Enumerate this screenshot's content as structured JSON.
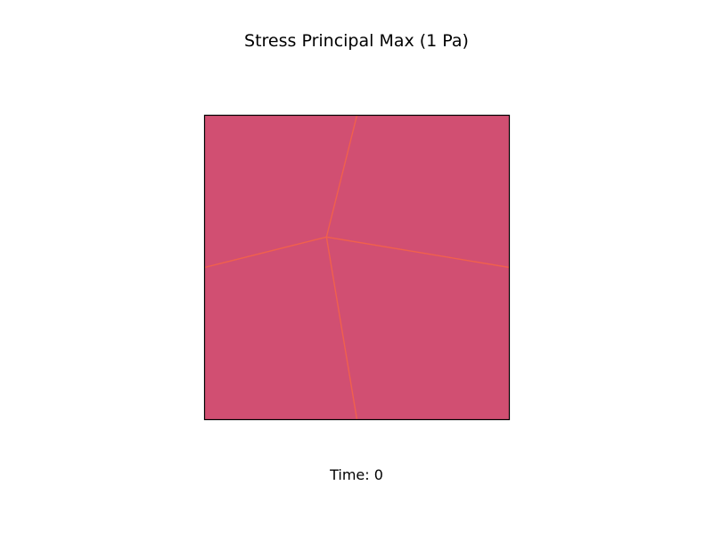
{
  "chart_data": {
    "type": "heatmap",
    "title": "Stress Principal Max (1 Pa)",
    "time_label": "Time: 0",
    "xlim": [
      0,
      1
    ],
    "ylim": [
      0,
      1
    ],
    "fill_color": "#d14f72",
    "edge_color": "#f0604d",
    "frame_color": "#000000",
    "interior_node": [
      0.4,
      0.6
    ],
    "cells": [
      {
        "name": "top-left",
        "polygon": [
          [
            0,
            0.5
          ],
          [
            0,
            1
          ],
          [
            0.5,
            1
          ],
          [
            0.4,
            0.6
          ]
        ]
      },
      {
        "name": "top-right",
        "polygon": [
          [
            0.5,
            1
          ],
          [
            1,
            1
          ],
          [
            1,
            0.5
          ],
          [
            0.4,
            0.6
          ]
        ]
      },
      {
        "name": "bottom-left",
        "polygon": [
          [
            0,
            0
          ],
          [
            0.5,
            0
          ],
          [
            0.4,
            0.6
          ],
          [
            0,
            0.5
          ]
        ]
      },
      {
        "name": "bottom-right",
        "polygon": [
          [
            0.5,
            0
          ],
          [
            1,
            0
          ],
          [
            1,
            0.5
          ],
          [
            0.4,
            0.6
          ]
        ]
      }
    ],
    "edges": [
      [
        [
          0.4,
          0.6
        ],
        [
          0.5,
          1
        ]
      ],
      [
        [
          0.4,
          0.6
        ],
        [
          0,
          0.5
        ]
      ],
      [
        [
          0.4,
          0.6
        ],
        [
          1,
          0.5
        ]
      ],
      [
        [
          0.4,
          0.6
        ],
        [
          0.5,
          0
        ]
      ]
    ]
  }
}
